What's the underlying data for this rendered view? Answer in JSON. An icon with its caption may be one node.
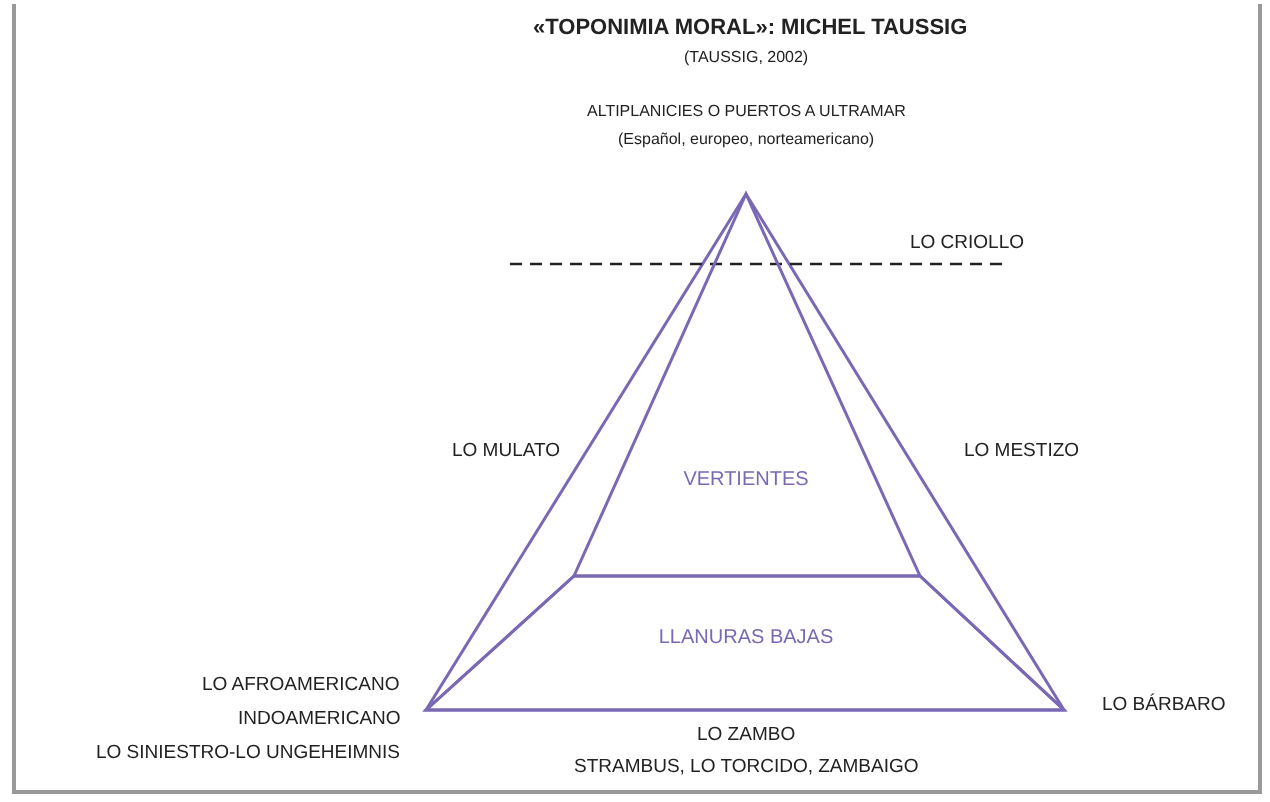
{
  "diagram": {
    "title": "«TOPONIMIA MORAL»: MICHEL TAUSSIG",
    "nodes": [
      {
        "text": [
          "VERTIENTES"
        ]
      },
      {
        "text": [
          "LLANURAS BAJAS"
        ]
      }
    ],
    "edges": [],
    "labels": [
      "(TAUSSIG, 2002)",
      "ALTIPLANICIES O PUERTOS A ULTRAMAR",
      "(Español, europeo, norteamericano)",
      "LO CRIOLLO",
      "LO MULATO",
      "LO MESTIZO",
      "LO AFROAMERICANO",
      "INDOAMERICANO",
      "LO SINIESTRO-LO UNGEHEIMNIS",
      "LO BÁRBARO",
      "LO ZAMBO",
      "STRAMBUS, LO TORCIDO, ZAMBAIGO"
    ]
  }
}
